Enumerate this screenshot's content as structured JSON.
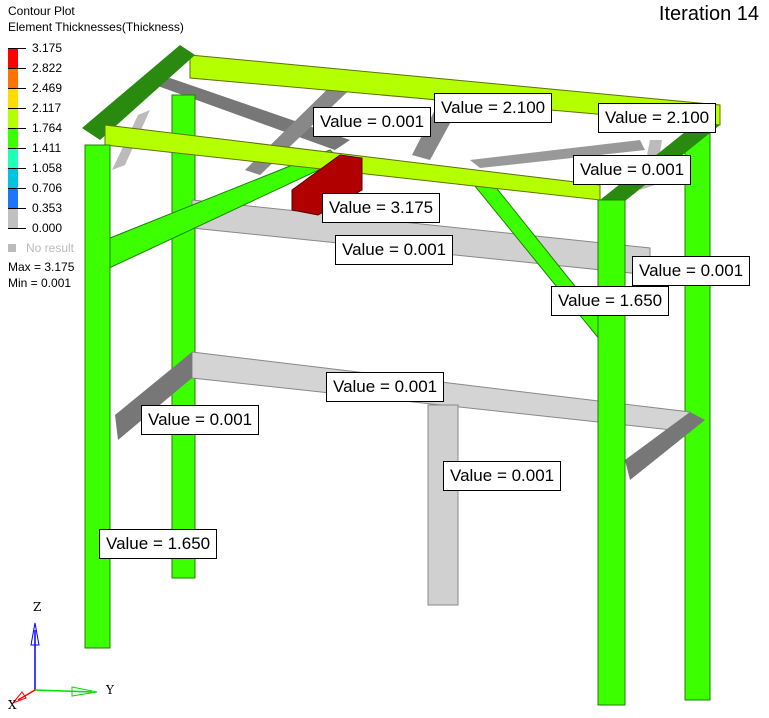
{
  "header": {
    "title": "Contour Plot",
    "subtitle": "Element Thicknesses(Thickness)",
    "iteration": "Iteration 14"
  },
  "legend": {
    "ticks": [
      "3.175",
      "2.822",
      "2.469",
      "2.117",
      "1.764",
      "1.411",
      "1.058",
      "0.706",
      "0.353",
      "0.000"
    ],
    "band_colors": [
      "#ff0000",
      "#ff7300",
      "#ffdc00",
      "#b4ff00",
      "#3cff00",
      "#20ffb8",
      "#00c4de",
      "#1c74ff",
      "#c0c0c0"
    ],
    "no_result": "No result",
    "max": "Max = 3.175",
    "min": "Min = 0.001"
  },
  "labels": [
    "Value = 0.001",
    "Value = 2.100",
    "Value = 2.100",
    "Value = 0.001",
    "Value = 3.175",
    "Value = 0.001",
    "Value = 0.001",
    "Value = 1.650",
    "Value = 0.001",
    "Value = 0.001",
    "Value = 0.001",
    "Value = 1.650"
  ],
  "triad": {
    "x": "X",
    "y": "Y",
    "z": "Z"
  }
}
